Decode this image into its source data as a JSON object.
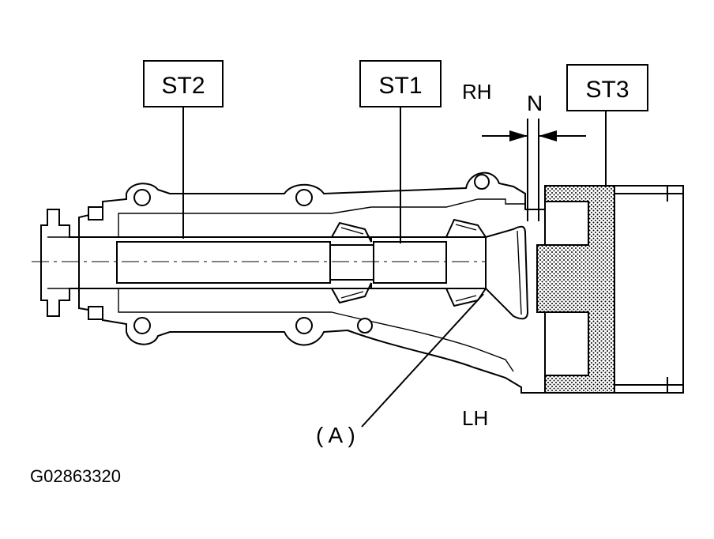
{
  "labels": {
    "st2": "ST2",
    "st1": "ST1",
    "st3": "ST3",
    "rh": "RH",
    "lh": "LH",
    "n": "N",
    "a": "( A )"
  },
  "figure_code": "G02863320"
}
